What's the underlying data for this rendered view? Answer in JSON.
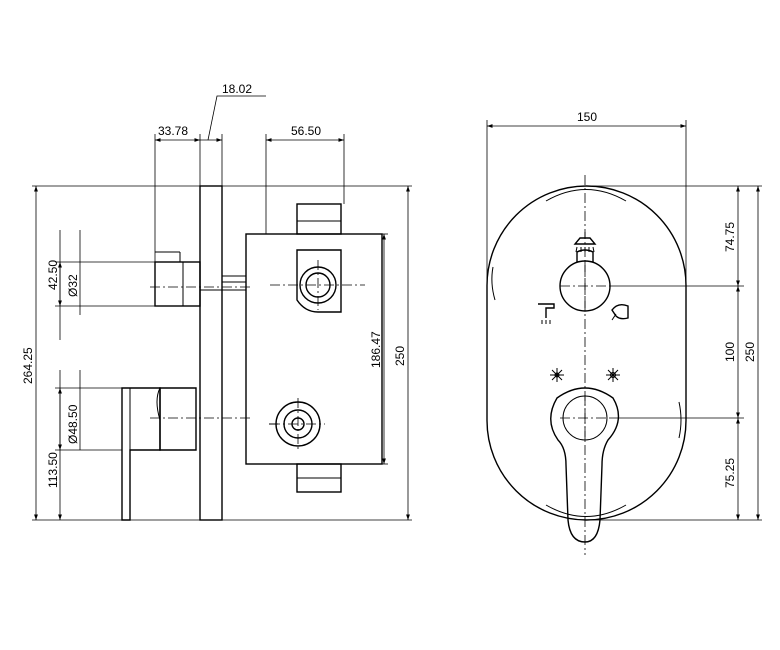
{
  "side_view": {
    "dims": {
      "top_offset": "18.02",
      "handle_depth": "33.78",
      "box_width": "56.50",
      "overall_height": "264.25",
      "spout_height": "42.50",
      "spout_dia": "Ø32",
      "handle_height": "113.50",
      "handle_dia": "Ø48.50",
      "box_height": "186.47",
      "plate_height": "250"
    }
  },
  "front_view": {
    "dims": {
      "plate_width": "150",
      "upper_to_center": "74.75",
      "between_centers": "100",
      "lower_to_bottom": "75.25",
      "plate_height": "250"
    },
    "symbols": [
      "overhead-shower",
      "hand-shower",
      "tub-spout",
      "cold",
      "hot"
    ]
  }
}
